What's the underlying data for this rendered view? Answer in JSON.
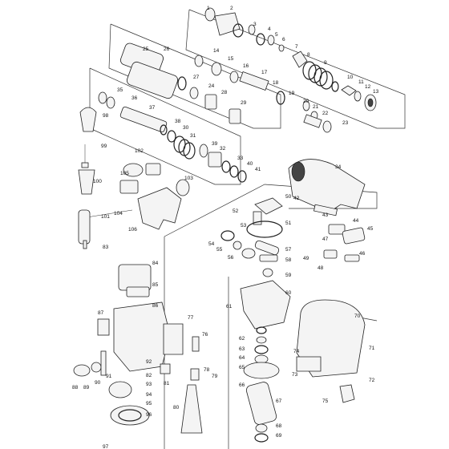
{
  "diagram": {
    "type": "exploded-parts-diagram",
    "callouts": [
      {
        "id": "c1",
        "label": "1"
      },
      {
        "id": "c2",
        "label": "2"
      },
      {
        "id": "c3",
        "label": "3"
      },
      {
        "id": "c4",
        "label": "4"
      },
      {
        "id": "c5",
        "label": "5"
      },
      {
        "id": "c6",
        "label": "6"
      },
      {
        "id": "c7",
        "label": "7"
      },
      {
        "id": "c8",
        "label": "8"
      },
      {
        "id": "c9",
        "label": "9"
      },
      {
        "id": "c10",
        "label": "10"
      },
      {
        "id": "c11",
        "label": "11"
      },
      {
        "id": "c12",
        "label": "12"
      },
      {
        "id": "c13",
        "label": "13"
      },
      {
        "id": "c14",
        "label": "14"
      },
      {
        "id": "c15",
        "label": "15"
      },
      {
        "id": "c16",
        "label": "16"
      },
      {
        "id": "c17",
        "label": "17"
      },
      {
        "id": "c18",
        "label": "18"
      },
      {
        "id": "c19",
        "label": "19"
      },
      {
        "id": "c20",
        "label": "20"
      },
      {
        "id": "c21",
        "label": "21"
      },
      {
        "id": "c22",
        "label": "22"
      },
      {
        "id": "c23",
        "label": "23"
      },
      {
        "id": "c24",
        "label": "24"
      },
      {
        "id": "c25",
        "label": "25"
      },
      {
        "id": "c26",
        "label": "26"
      },
      {
        "id": "c27",
        "label": "27"
      },
      {
        "id": "c28",
        "label": "28"
      },
      {
        "id": "c29",
        "label": "29"
      },
      {
        "id": "c30",
        "label": "30"
      },
      {
        "id": "c31",
        "label": "31"
      },
      {
        "id": "c32",
        "label": "32"
      },
      {
        "id": "c33",
        "label": "33"
      },
      {
        "id": "c34",
        "label": "34"
      },
      {
        "id": "c35",
        "label": "35"
      },
      {
        "id": "c36",
        "label": "36"
      },
      {
        "id": "c37",
        "label": "37"
      },
      {
        "id": "c38",
        "label": "38"
      },
      {
        "id": "c39",
        "label": "39"
      },
      {
        "id": "c40",
        "label": "40"
      },
      {
        "id": "c41",
        "label": "41"
      },
      {
        "id": "c42",
        "label": "42"
      },
      {
        "id": "c43",
        "label": "43"
      },
      {
        "id": "c44",
        "label": "44"
      },
      {
        "id": "c45",
        "label": "45"
      },
      {
        "id": "c46",
        "label": "46"
      },
      {
        "id": "c47",
        "label": "47"
      },
      {
        "id": "c48",
        "label": "48"
      },
      {
        "id": "c49",
        "label": "49"
      },
      {
        "id": "c50",
        "label": "50"
      },
      {
        "id": "c51",
        "label": "51"
      },
      {
        "id": "c52",
        "label": "52"
      },
      {
        "id": "c53",
        "label": "53"
      },
      {
        "id": "c54",
        "label": "54"
      },
      {
        "id": "c55",
        "label": "55"
      },
      {
        "id": "c56",
        "label": "56"
      },
      {
        "id": "c57",
        "label": "57"
      },
      {
        "id": "c58",
        "label": "58"
      },
      {
        "id": "c59",
        "label": "59"
      },
      {
        "id": "c60",
        "label": "60"
      },
      {
        "id": "c61",
        "label": "61"
      },
      {
        "id": "c62",
        "label": "62"
      },
      {
        "id": "c63",
        "label": "63"
      },
      {
        "id": "c64",
        "label": "64"
      },
      {
        "id": "c65",
        "label": "65"
      },
      {
        "id": "c66",
        "label": "66"
      },
      {
        "id": "c67",
        "label": "67"
      },
      {
        "id": "c68",
        "label": "68"
      },
      {
        "id": "c69",
        "label": "69"
      },
      {
        "id": "c70",
        "label": "70"
      },
      {
        "id": "c71",
        "label": "71"
      },
      {
        "id": "c72",
        "label": "72"
      },
      {
        "id": "c73",
        "label": "73"
      },
      {
        "id": "c74",
        "label": "74"
      },
      {
        "id": "c75",
        "label": "75"
      },
      {
        "id": "c76",
        "label": "76"
      },
      {
        "id": "c77",
        "label": "77"
      },
      {
        "id": "c78",
        "label": "78"
      },
      {
        "id": "c79",
        "label": "79"
      },
      {
        "id": "c80",
        "label": "80"
      },
      {
        "id": "c81",
        "label": "81"
      },
      {
        "id": "c82",
        "label": "82"
      },
      {
        "id": "c83",
        "label": "83"
      },
      {
        "id": "c84",
        "label": "84"
      },
      {
        "id": "c85",
        "label": "85"
      },
      {
        "id": "c86",
        "label": "86"
      },
      {
        "id": "c87",
        "label": "87"
      },
      {
        "id": "c88",
        "label": "88"
      },
      {
        "id": "c89",
        "label": "89"
      },
      {
        "id": "c90",
        "label": "90"
      },
      {
        "id": "c91",
        "label": "91"
      },
      {
        "id": "c92",
        "label": "92"
      },
      {
        "id": "c93",
        "label": "93"
      },
      {
        "id": "c94",
        "label": "94"
      },
      {
        "id": "c95",
        "label": "95"
      },
      {
        "id": "c96",
        "label": "96"
      },
      {
        "id": "c97",
        "label": "97"
      },
      {
        "id": "c98",
        "label": "98"
      },
      {
        "id": "c99",
        "label": "99"
      },
      {
        "id": "c100",
        "label": "100"
      },
      {
        "id": "c101",
        "label": "101"
      },
      {
        "id": "c102",
        "label": "102"
      },
      {
        "id": "c103",
        "label": "103"
      },
      {
        "id": "c104",
        "label": "104"
      },
      {
        "id": "c105",
        "label": "105"
      },
      {
        "id": "c106",
        "label": "106"
      }
    ]
  }
}
